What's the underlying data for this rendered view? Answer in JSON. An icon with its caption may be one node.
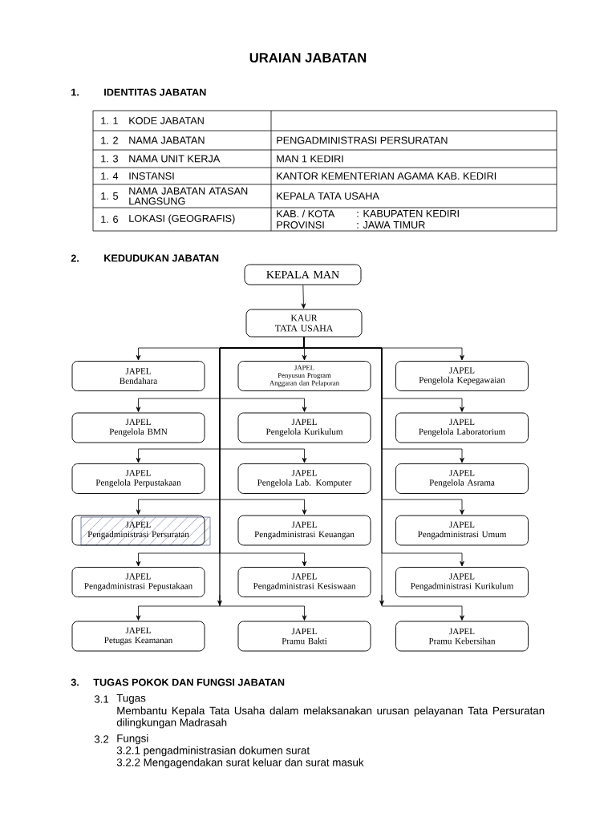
{
  "diagram": {
    "title": "URAIAN JABATAN",
    "nodes": [
      {
        "text": [
          "KEPALA  MAN"
        ]
      },
      {
        "text": [
          "KAUR",
          "TATA USAHA"
        ]
      },
      {
        "text": [
          "JAPEL",
          "Bendahara"
        ]
      },
      {
        "text": [
          "JAPEL",
          "Penyusun Program Anggaran dan Pelaporan"
        ]
      },
      {
        "text": [
          "JAPEL",
          "Pengelola Kepegawaian"
        ]
      },
      {
        "text": [
          "JAPEL",
          "Pengelola BMN"
        ]
      },
      {
        "text": [
          "JAPEL",
          "Pengelola Kurikulum"
        ]
      },
      {
        "text": [
          "JAPEL",
          "Pengelola Laboratorium"
        ]
      },
      {
        "text": [
          "JAPEL",
          "Pengelola Perpustakaan"
        ]
      },
      {
        "text": [
          "JAPEL",
          "Pengelola Lab. Komputer"
        ]
      },
      {
        "text": [
          "JAPEL",
          "Pengelola Asrama"
        ]
      },
      {
        "text": [
          "JAPEL",
          "Pengadministrasi Persuratan"
        ]
      },
      {
        "text": [
          "JAPEL",
          "Pengadministrasi Keuangan"
        ]
      },
      {
        "text": [
          "JAPEL",
          "Pengadministrasi Umum"
        ]
      },
      {
        "text": [
          "JAPEL",
          "Pengadministrasi Pepustakaan"
        ]
      },
      {
        "text": [
          "JAPEL",
          "Pengadministrasi Kesiswaan"
        ]
      },
      {
        "text": [
          "JAPEL",
          "Pengadministrasi Kurikulum"
        ]
      },
      {
        "text": [
          "JAPEL",
          "Petugas Keamanan"
        ]
      },
      {
        "text": [
          "JAPEL",
          "Pramu Bakti"
        ]
      },
      {
        "text": [
          "JAPEL",
          "Pramu Kebersihan"
        ]
      }
    ],
    "edges": [
      {
        "from": 0,
        "to": 1,
        "arrow": "to"
      },
      {
        "from": 1,
        "to": 2,
        "arrow": "to"
      },
      {
        "from": 1,
        "to": 3,
        "arrow": "to"
      },
      {
        "from": 1,
        "to": 4,
        "arrow": "to"
      },
      {
        "from": 1,
        "to": 5,
        "arrow": "to"
      },
      {
        "from": 1,
        "to": 6,
        "arrow": "to"
      },
      {
        "from": 1,
        "to": 7,
        "arrow": "to"
      },
      {
        "from": 1,
        "to": 8,
        "arrow": "to"
      },
      {
        "from": 1,
        "to": 9,
        "arrow": "to"
      },
      {
        "from": 1,
        "to": 10,
        "arrow": "to"
      },
      {
        "from": 1,
        "to": 11,
        "arrow": "to"
      },
      {
        "from": 1,
        "to": 12,
        "arrow": "to"
      },
      {
        "from": 1,
        "to": 13,
        "arrow": "to"
      },
      {
        "from": 1,
        "to": 14,
        "arrow": "to"
      },
      {
        "from": 1,
        "to": 15,
        "arrow": "to"
      },
      {
        "from": 1,
        "to": 16,
        "arrow": "to"
      },
      {
        "from": 1,
        "to": 17,
        "arrow": "to"
      },
      {
        "from": 1,
        "to": 18,
        "arrow": "to"
      },
      {
        "from": 1,
        "to": 19,
        "arrow": "to"
      }
    ],
    "labels": [
      "1.",
      "IDENTITAS JABATAN",
      "1. 1",
      "KODE JABATAN",
      "1. 2",
      "NAMA JABATAN",
      "PENGADMINISTRASI PERSURATAN",
      "1. 3",
      "NAMA UNIT KERJA",
      "MAN 1 KEDIRI",
      "1. 4",
      "INSTANSI",
      "KANTOR KEMENTERIAN AGAMA KAB. KEDIRI",
      "1. 5",
      "NAMA JABATAN ATASAN LANGSUNG",
      "KEPALA TATA USAHA",
      "1. 6",
      "LOKASI (GEOGRAFIS)",
      "KAB. / KOTA",
      ": KABUPATEN KEDIRI",
      "PROVINSI",
      ": JAWA TIMUR",
      "2.",
      "KEDUDUKAN JABATAN",
      "3.",
      "TUGAS POKOK DAN FUNGSI JABATAN",
      "3.1",
      "Tugas",
      "Membantu Kepala Tata Usaha dalam melaksanakan urusan pelayanan Tata Persuratan dilingkungan Madrasah",
      "3.2",
      "Fungsi",
      "3.2.1 pengadministrasian dokumen surat",
      "3.2.2 Mengagendakan surat keluar dan surat masuk"
    ]
  }
}
